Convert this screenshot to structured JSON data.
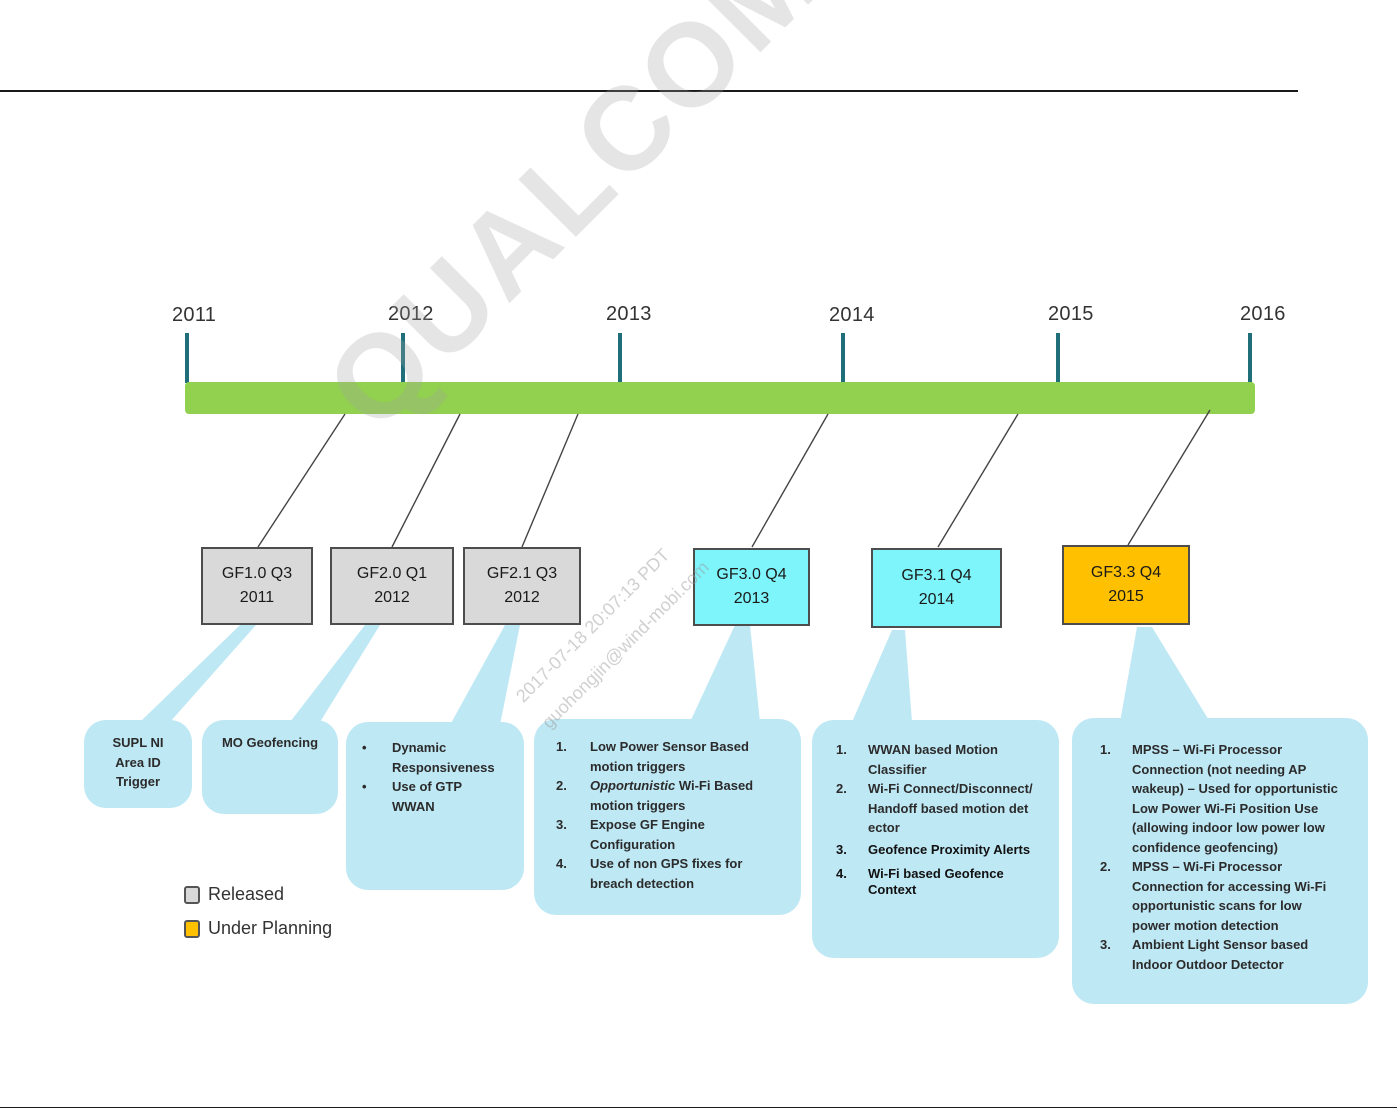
{
  "timeline": {
    "years": [
      "2011",
      "2012",
      "2013",
      "2014",
      "2015",
      "2016"
    ],
    "bar_color": "#92d050"
  },
  "releases": [
    {
      "version": "GF1.0 Q3",
      "year": "2011",
      "status": "released"
    },
    {
      "version": "GF2.0 Q1",
      "year": "2012",
      "status": "released"
    },
    {
      "version": "GF2.1 Q3",
      "year": "2012",
      "status": "released"
    },
    {
      "version": "GF3.0 Q4",
      "year": "2013",
      "status": "current"
    },
    {
      "version": "GF3.1 Q4",
      "year": "2014",
      "status": "current"
    },
    {
      "version": "GF3.3 Q4",
      "year": "2015",
      "status": "planned"
    }
  ],
  "notes": {
    "gf10": {
      "lines": [
        "SUPL NI",
        "Area ID",
        "Trigger"
      ]
    },
    "gf20": {
      "lines": [
        "MO Geofencing"
      ]
    },
    "gf21": {
      "items": [
        "Dynamic Responsiveness",
        "Use of GTP WWAN"
      ]
    },
    "gf30": {
      "items": [
        {
          "num": "1.",
          "text": "Low Power Sensor Based motion triggers"
        },
        {
          "num": "2.",
          "emphasis": "Opportunistic",
          "text": " Wi-Fi Based motion triggers"
        },
        {
          "num": "3.",
          "text": "Expose GF Engine Configuration"
        },
        {
          "num": "4.",
          "text": "Use of non GPS fixes for breach detection"
        }
      ]
    },
    "gf31": {
      "items": [
        {
          "num": "1.",
          "text": "WWAN based Motion Classifier"
        },
        {
          "num": "2.",
          "text": "Wi-Fi Connect/Disconnect/Handoff based motion detector"
        },
        {
          "num": "3.",
          "text": "Geofence Proximity Alerts"
        },
        {
          "num": "4.",
          "text": "Wi-Fi based Geofence Context"
        }
      ]
    },
    "gf33": {
      "items": [
        {
          "num": "1.",
          "text": "MPSS – Wi-Fi Processor Connection (not needing AP wakeup) – Used for opportunistic Low Power Wi-Fi Position Use (allowing indoor low power low confidence geofencing)"
        },
        {
          "num": "2.",
          "text": "MPSS – Wi-Fi Processor Connection for accessing Wi-Fi opportunistic scans for low power motion detection"
        },
        {
          "num": "3.",
          "text": "Ambient Light Sensor based Indoor Outdoor Detector"
        }
      ]
    }
  },
  "legend": {
    "released": {
      "label": "Released",
      "color": "#d9d9d9"
    },
    "planned": {
      "label": "Under Planning",
      "color": "#ffc000"
    }
  },
  "colors": {
    "released": "#d9d9d9",
    "current": "#7ef5fb",
    "planned": "#ffc000",
    "note": "#bfe8f5"
  },
  "watermark": {
    "brand": "QUALCOMM",
    "registered": "®",
    "stamp": "2017-07-18 20:07:13 PDT",
    "user": "guohongjin@wind-mobi.com"
  }
}
